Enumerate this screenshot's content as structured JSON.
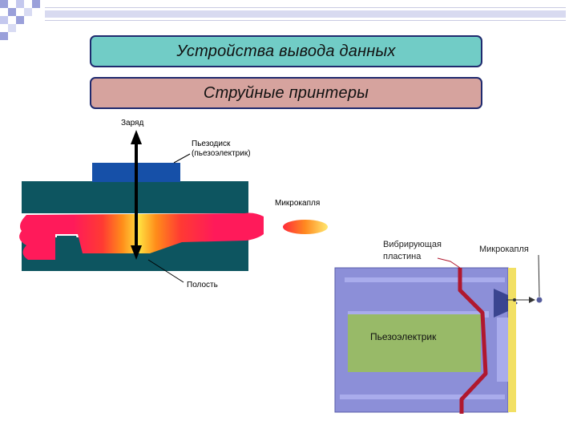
{
  "slide": {
    "title": "Устройства вывода данных",
    "subtitle": "Струйные принтеры"
  },
  "diagram_piezo": {
    "label_charge": "Заряд",
    "label_piezodisk_line1": "Пьезодиск",
    "label_piezodisk_line2": "(пьезоэлектрик)",
    "label_droplet": "Микрокапля",
    "label_cavity": "Полость"
  },
  "diagram_vibrating": {
    "label_plate_line1": "Вибрирующая",
    "label_plate_line2": "пластина",
    "label_droplet": "Микрокапля",
    "label_piezo": "Пьезоэлектрик"
  },
  "colors": {
    "title_banner": "#71ccc6",
    "subtitle_banner": "#d6a39e",
    "banner_border": "#1f2a6e",
    "nozzle_body": "#0d5560",
    "piezo_disk": "#1650a8",
    "ink_hot": "#ff1a5a",
    "chamber_fill": "#8c8fd8",
    "plate_red": "#b0182e",
    "piezo_green": "#98ba68",
    "yellow_strip": "#f2e064"
  }
}
